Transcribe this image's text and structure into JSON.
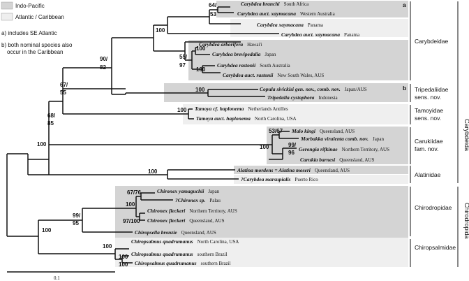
{
  "legend": {
    "indo_pacific": "Indo-Pacific",
    "atlantic": "Atlantic / Caribbean",
    "note_a": "a) includes SE Atlantic",
    "note_b1": "b) both nominal species also",
    "note_b2": "occur in the Caribbean"
  },
  "colors": {
    "indo_pacific": "#d4d4d4",
    "atlantic": "#efefef",
    "branch": "#111111"
  },
  "taxa": [
    {
      "id": "t1",
      "species": "Carybdea branchi",
      "loc": "South Africa"
    },
    {
      "id": "t2",
      "species": "Carybdea auct. xaymacana",
      "loc": "Western Australia"
    },
    {
      "id": "t3",
      "species": "Carybdea xaymacana",
      "loc": "Panama"
    },
    {
      "id": "t4",
      "species": "Carybdea auct. xaymacana",
      "loc": "Panama"
    },
    {
      "id": "t5",
      "species": "Carybdea arborifera",
      "loc": "Hawai'i"
    },
    {
      "id": "t6",
      "species": "Carybdea brevipedalia",
      "loc": "Japan"
    },
    {
      "id": "t7",
      "species": "Carybdea rastonii",
      "loc": "South Australia"
    },
    {
      "id": "t8",
      "species": "Carybdea auct. rastonii",
      "loc": "New South Wales, AUS"
    },
    {
      "id": "t9",
      "species": "Copula sivickisi gen. nov., comb. nov.",
      "loc": "Japan/AUS"
    },
    {
      "id": "t10",
      "species": "Tripedalia cystophora",
      "loc": "Indonesia"
    },
    {
      "id": "t11",
      "species": "Tamoya cf. haplonema",
      "loc": "Netherlands Antilles"
    },
    {
      "id": "t12",
      "species": "Tamoya auct. haplonema",
      "loc": "North Carolina, USA"
    },
    {
      "id": "t13",
      "species": "Malo kingi",
      "loc": "Queensland, AUS"
    },
    {
      "id": "t14",
      "species": "Morbakka virulenta comb. nov.",
      "loc": "Japan"
    },
    {
      "id": "t15",
      "species": "Gerongia rifkinae",
      "loc": "Northern Territory, AUS"
    },
    {
      "id": "t16",
      "species": "Carukia barnesi",
      "loc": "Queensland, AUS"
    },
    {
      "id": "t17",
      "species": "Alatina mordens = Alatina moseri",
      "loc": "Queensland, AUS"
    },
    {
      "id": "t18",
      "species": "?Carybdea marsupialis",
      "loc": "Puerto Rico"
    },
    {
      "id": "t19",
      "species": "Chironex yamaguchii",
      "loc": "Japan"
    },
    {
      "id": "t20",
      "species": "?Chironex sp.",
      "loc": "Palau"
    },
    {
      "id": "t21",
      "species": "Chironex fleckeri",
      "loc": "Northern Territory, AUS"
    },
    {
      "id": "t22",
      "species": "Chironex fleckeri",
      "loc": "Queensland, AUS"
    },
    {
      "id": "t23",
      "species": "Chiropsella bronzie",
      "loc": "Queensland, AUS"
    },
    {
      "id": "t24",
      "species": "Chiropsalmus quadrumanus",
      "loc": "North Carolina, USA"
    },
    {
      "id": "t25",
      "species": "Chiropsalmus quadrumanus",
      "loc": "southern Brazil"
    },
    {
      "id": "t26",
      "species": "Chiropsalmus quadrumanus",
      "loc": "southern Brazil"
    }
  ],
  "supports": [
    {
      "id": "s1",
      "text": "64/"
    },
    {
      "id": "s2",
      "text": "53"
    },
    {
      "id": "s3",
      "text": "100"
    },
    {
      "id": "s4",
      "text": "100"
    },
    {
      "id": "s5",
      "text": "55/"
    },
    {
      "id": "s6",
      "text": "97"
    },
    {
      "id": "s7",
      "text": "100"
    },
    {
      "id": "s8",
      "text": "90/"
    },
    {
      "id": "s9",
      "text": "82"
    },
    {
      "id": "s10",
      "text": "100"
    },
    {
      "id": "s11",
      "text": "67/"
    },
    {
      "id": "s12",
      "text": "55"
    },
    {
      "id": "s13",
      "text": "100"
    },
    {
      "id": "s14",
      "text": "68/"
    },
    {
      "id": "s15",
      "text": "85"
    },
    {
      "id": "s16",
      "text": "53/67"
    },
    {
      "id": "s17",
      "text": "99/"
    },
    {
      "id": "s18",
      "text": "96"
    },
    {
      "id": "s19",
      "text": "100"
    },
    {
      "id": "s20",
      "text": "100"
    },
    {
      "id": "s21",
      "text": "100"
    },
    {
      "id": "s22",
      "text": "67/76"
    },
    {
      "id": "s23",
      "text": "100"
    },
    {
      "id": "s24",
      "text": "97/100"
    },
    {
      "id": "s25",
      "text": "99/"
    },
    {
      "id": "s26",
      "text": "95"
    },
    {
      "id": "s27",
      "text": "100"
    },
    {
      "id": "s28",
      "text": "100"
    },
    {
      "id": "s29",
      "text": "100"
    },
    {
      "id": "s30",
      "text": "100"
    }
  ],
  "box_letters": {
    "a": "a",
    "b": "b"
  },
  "families": {
    "carybdeidae": "Carybdeidae",
    "tripedaliidae_1": "Tripedaliidae",
    "tripedaliidae_2": "sens. nov.",
    "tamoyidae_1": "Tamoyidae",
    "tamoyidae_2": "sens. nov.",
    "carukiidae_1": "Carukiidae",
    "carukiidae_2": "fam. nov.",
    "alatinidae": "Alatinidae",
    "chirodropidae": "Chirodropidae",
    "chiropsalmidae": "Chiropsalmidae"
  },
  "orders": {
    "carybdeida": "Carybdeida",
    "chirodropida": "Chirodropida"
  },
  "scale": "0.1"
}
